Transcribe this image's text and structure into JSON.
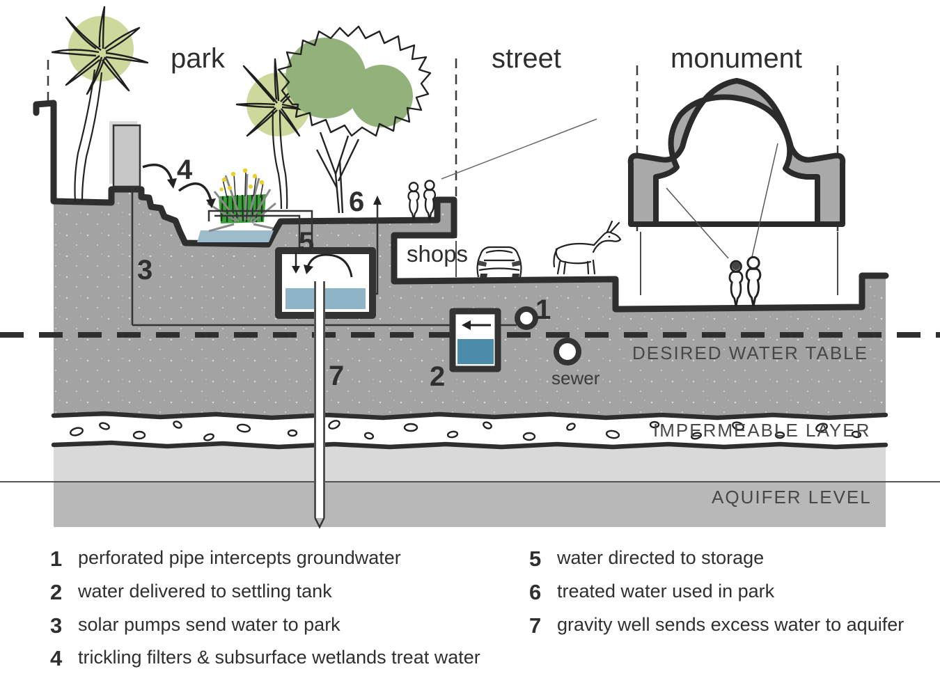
{
  "zones": {
    "park": "park",
    "street": "street",
    "monument": "monument"
  },
  "area_labels": {
    "shops": "shops",
    "sewer": "sewer"
  },
  "layer_labels": {
    "water_table": "DESIRED WATER TABLE",
    "impermeable": "IMPERMEABLE LAYER",
    "aquifer": "AQUIFER LEVEL"
  },
  "markers": {
    "m1": "1",
    "m2": "2",
    "m3": "3",
    "m4": "4",
    "m5": "5",
    "m6": "6",
    "m7": "7"
  },
  "legend": {
    "items": [
      {
        "num": "1",
        "text": "perforated pipe intercepts groundwater"
      },
      {
        "num": "2",
        "text": "water delivered to settling tank"
      },
      {
        "num": "3",
        "text": "solar pumps send water to park"
      },
      {
        "num": "4",
        "text": "trickling filters & subsurface wetlands treat water"
      },
      {
        "num": "5",
        "text": "water directed to storage"
      },
      {
        "num": "6",
        "text": "treated water used in park"
      },
      {
        "num": "7",
        "text": "gravity well sends excess water to aquifer"
      }
    ]
  },
  "colors": {
    "soil_gray": "#a3a3a3",
    "mid_band_light": "#d9d9d9",
    "aquifer_band": "#b8b8b8",
    "monument_gray": "#a9a9a9",
    "outline_dark": "#2e2e2e",
    "storage_water_blue": "#8fb3c7",
    "settling_water_teal": "#4a8caa",
    "wetland_green": "#3aa139",
    "palm_blob_green": "#cdd89c",
    "tree_blob_green": "#93b17b",
    "flower_yellow": "#e8d22a"
  }
}
